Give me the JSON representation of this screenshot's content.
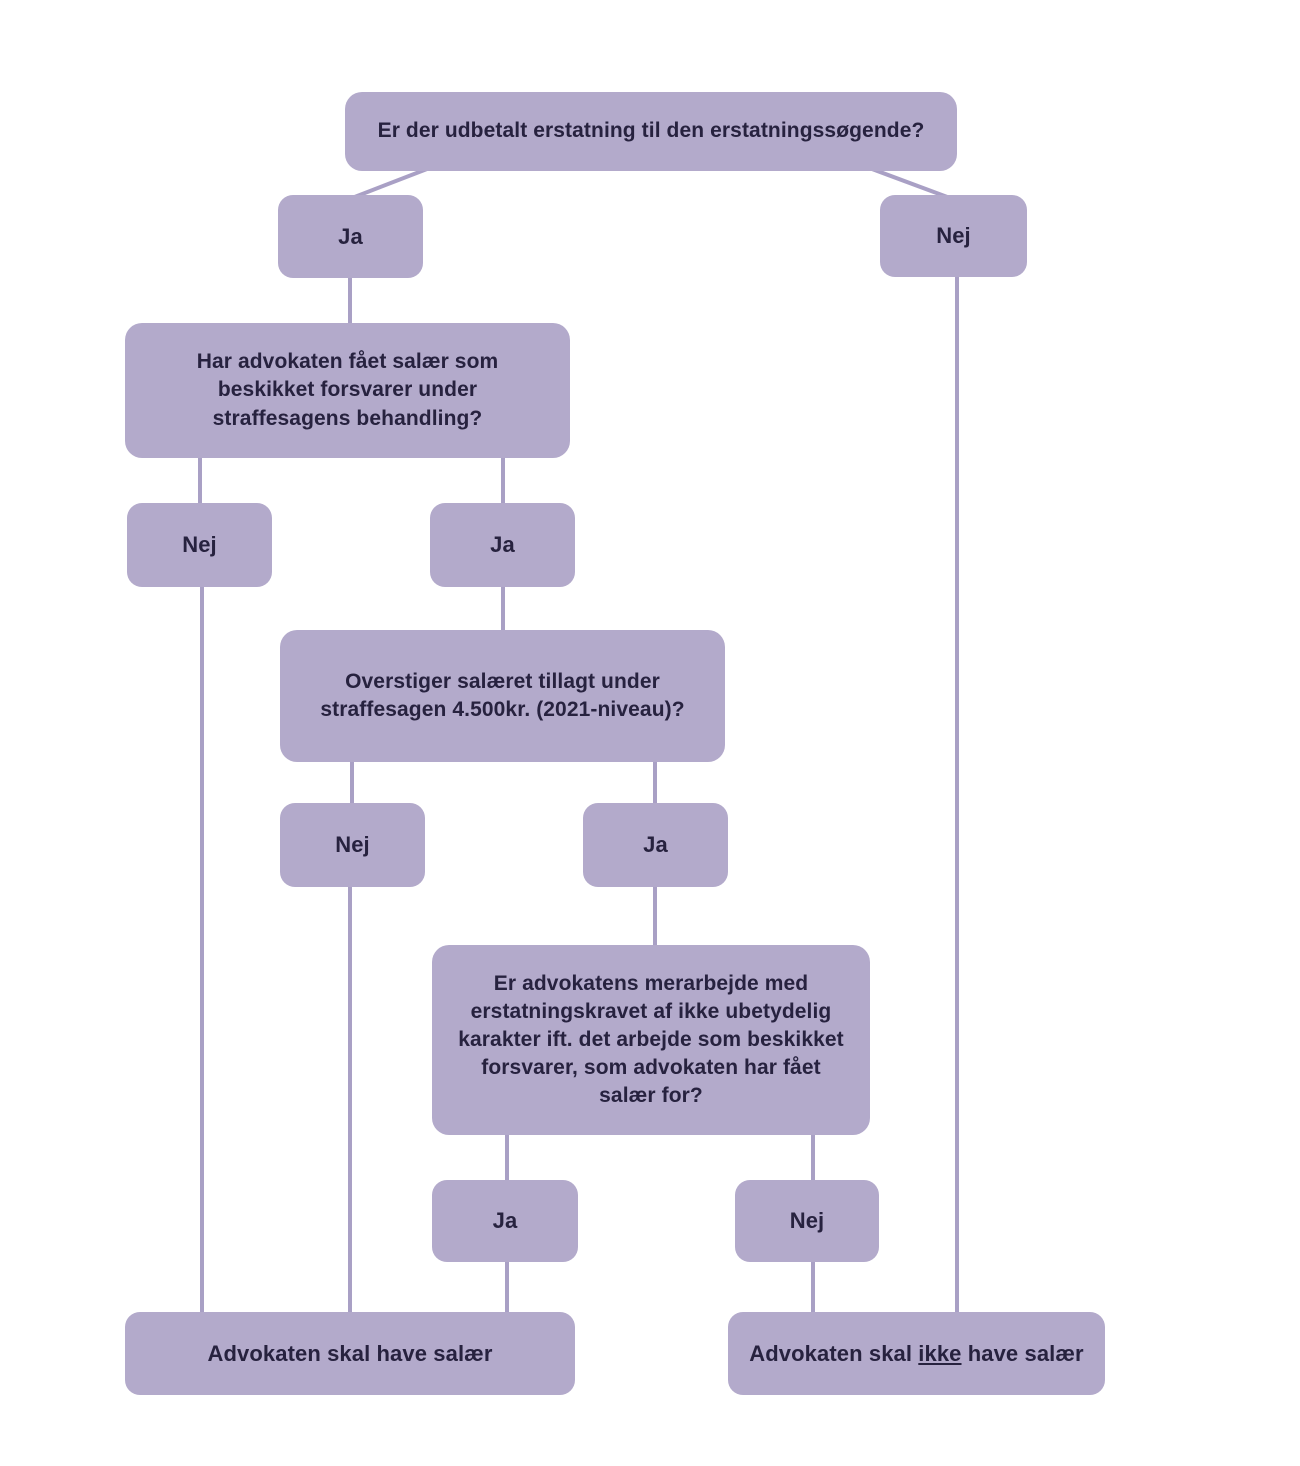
{
  "diagram": {
    "type": "flowchart",
    "language": "da",
    "colors": {
      "node_fill": "#b3aacb",
      "connector": "#a9a0c5",
      "text": "#27223f",
      "background": "#ffffff"
    },
    "nodes": {
      "q1": {
        "label": "Er der udbetalt erstatning til den erstatningssøgende?"
      },
      "ja1": {
        "label": "Ja"
      },
      "nej1": {
        "label": "Nej"
      },
      "q2": {
        "label": "Har advokaten fået salær som beskikket forsvarer under straffesagens behandling?"
      },
      "nej2": {
        "label": "Nej"
      },
      "ja2": {
        "label": "Ja"
      },
      "q3": {
        "label": "Overstiger salæret tillagt under straffesagen 4.500kr. (2021-niveau)?"
      },
      "nej3": {
        "label": "Nej"
      },
      "ja3": {
        "label": "Ja"
      },
      "q4": {
        "label": "Er advokatens merarbejde med erstatningskravet af ikke ubetydelig karakter ift. det arbejde som beskikket forsvarer, som advokaten har fået salær for?"
      },
      "ja4": {
        "label": "Ja"
      },
      "nej4": {
        "label": "Nej"
      },
      "end_have_salaer": {
        "label": "Advokaten skal have salær"
      },
      "end_ikke_salaer": {
        "prefix": "Advokaten skal ",
        "emphasis": "ikke",
        "suffix": " have salær"
      }
    },
    "edges": [
      "q1 -> ja1",
      "q1 -> nej1",
      "ja1 -> q2",
      "q2 -> nej2",
      "q2 -> ja2",
      "ja2 -> q3",
      "q3 -> nej3",
      "q3 -> ja3",
      "ja3 -> q4",
      "q4 -> ja4",
      "q4 -> nej4",
      "nej2 -> end_have_salaer",
      "nej3 -> end_have_salaer",
      "ja4 -> end_have_salaer",
      "nej4 -> end_ikke_salaer",
      "nej1 -> end_ikke_salaer"
    ]
  }
}
